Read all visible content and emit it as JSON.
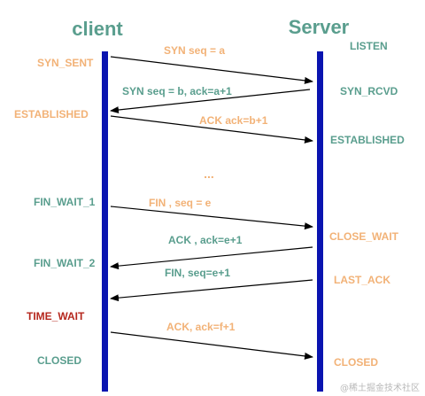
{
  "colors": {
    "teal": "#5a9e8e",
    "orange": "#f2b277",
    "red": "#b5271d",
    "lifeline": "#0a14b0",
    "arrow": "#000000",
    "watermark": "#b8b8b8"
  },
  "titles": {
    "client": "client",
    "server": "Server"
  },
  "client_states": [
    {
      "id": "syn-sent",
      "label": "SYN_SENT",
      "color": "orange"
    },
    {
      "id": "established",
      "label": "ESTABLISHED",
      "color": "orange"
    },
    {
      "id": "fin-wait-1",
      "label": "FIN_WAIT_1",
      "color": "teal"
    },
    {
      "id": "fin-wait-2",
      "label": "FIN_WAIT_2",
      "color": "teal"
    },
    {
      "id": "time-wait",
      "label": "TIME_WAIT",
      "color": "red"
    },
    {
      "id": "closed",
      "label": "CLOSED",
      "color": "teal"
    }
  ],
  "server_states": [
    {
      "id": "listen",
      "label": "LISTEN",
      "color": "teal"
    },
    {
      "id": "syn-rcvd",
      "label": "SYN_RCVD",
      "color": "teal"
    },
    {
      "id": "established",
      "label": "ESTABLISHED",
      "color": "teal"
    },
    {
      "id": "close-wait",
      "label": "CLOSE_WAIT",
      "color": "orange"
    },
    {
      "id": "last-ack",
      "label": "LAST_ACK",
      "color": "orange"
    },
    {
      "id": "closed",
      "label": "CLOSED",
      "color": "orange"
    }
  ],
  "messages": [
    {
      "id": "syn",
      "label": "SYN  seq = a",
      "direction": "to-server",
      "color": "orange"
    },
    {
      "id": "syn-ack",
      "label": "SYN  seq = b, ack=a+1",
      "direction": "to-client",
      "color": "teal"
    },
    {
      "id": "ack",
      "label": "ACK ack=b+1",
      "direction": "to-server",
      "color": "orange"
    },
    {
      "id": "fin-1",
      "label": "FIN , seq = e",
      "direction": "to-server",
      "color": "orange"
    },
    {
      "id": "ack-2",
      "label": "ACK , ack=e+1",
      "direction": "to-client",
      "color": "teal"
    },
    {
      "id": "fin-2",
      "label": "FIN, seq=e+1",
      "direction": "to-client",
      "color": "teal"
    },
    {
      "id": "ack-3",
      "label": "ACK, ack=f+1",
      "direction": "to-server",
      "color": "orange"
    }
  ],
  "ellipsis": "...",
  "watermark": "@稀土掘金技术社区"
}
